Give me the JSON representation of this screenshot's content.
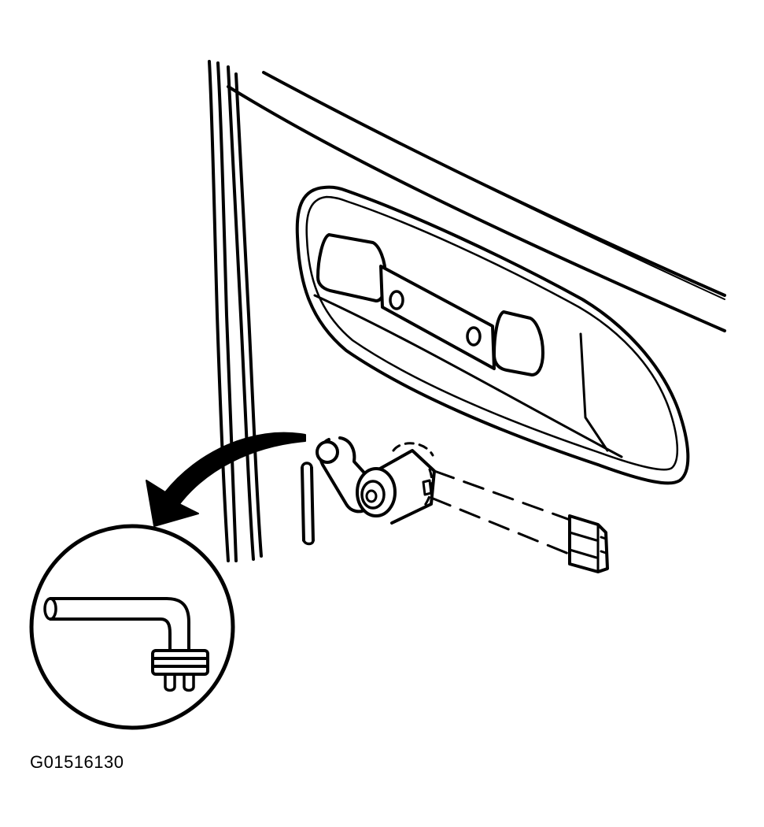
{
  "figure": {
    "id_label": "G01516130",
    "ink_color": "#000000",
    "background_color": "#ffffff"
  },
  "parts": {
    "door_panel": "door-outer-panel",
    "handle_recess": "door-handle-recess",
    "handle_bracket": "handle-mounting-bracket",
    "lock_cylinder": "lock-cylinder",
    "retainer_clip": "retainer-clip",
    "lock_rod": "lock-actuator-rod",
    "direction_arrow": "curved-arrow-icon",
    "detail_callout": "magnified-detail-circle"
  }
}
